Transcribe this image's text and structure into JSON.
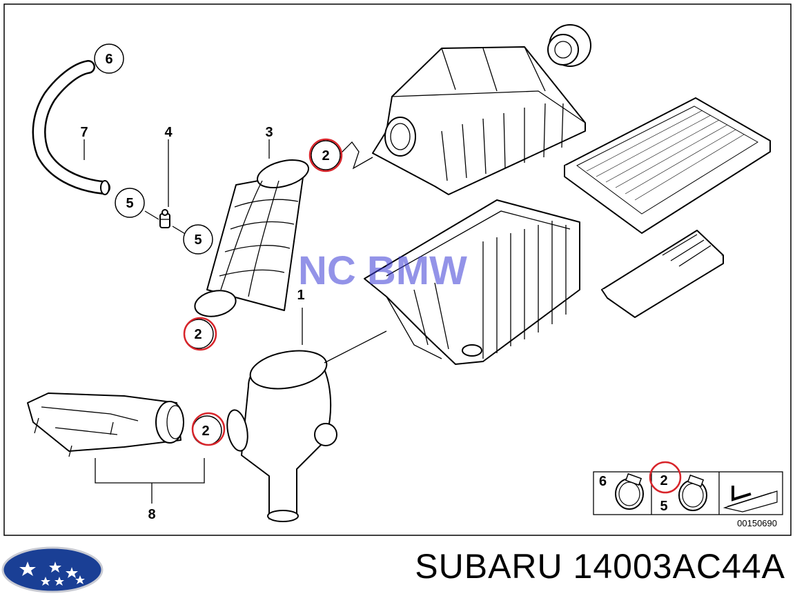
{
  "diagram": {
    "callouts": [
      {
        "id": "c6a",
        "text": "6",
        "circled": true,
        "highlight": false
      },
      {
        "id": "c7",
        "text": "7",
        "circled": false,
        "highlight": false
      },
      {
        "id": "c4",
        "text": "4",
        "circled": false,
        "highlight": false
      },
      {
        "id": "c3",
        "text": "3",
        "circled": false,
        "highlight": false
      },
      {
        "id": "c2a",
        "text": "2",
        "circled": true,
        "highlight": true
      },
      {
        "id": "c5a",
        "text": "5",
        "circled": true,
        "highlight": false
      },
      {
        "id": "c5b",
        "text": "5",
        "circled": true,
        "highlight": false
      },
      {
        "id": "c1",
        "text": "1",
        "circled": false,
        "highlight": false
      },
      {
        "id": "c2b",
        "text": "2",
        "circled": true,
        "highlight": true
      },
      {
        "id": "c2c",
        "text": "2",
        "circled": true,
        "highlight": true
      },
      {
        "id": "c8",
        "text": "8",
        "circled": false,
        "highlight": false
      }
    ],
    "legend": {
      "left_label": "6",
      "top_label": "2",
      "bottom_label": "5",
      "drawing_number": "00150690"
    },
    "watermark": "NC BMW",
    "colors": {
      "highlight": "#d8242a",
      "watermark": "#3b3bd6",
      "logo_blue": "#1a3f95"
    }
  },
  "footer": {
    "brand_text": "SUBARU 14003AC44A"
  }
}
